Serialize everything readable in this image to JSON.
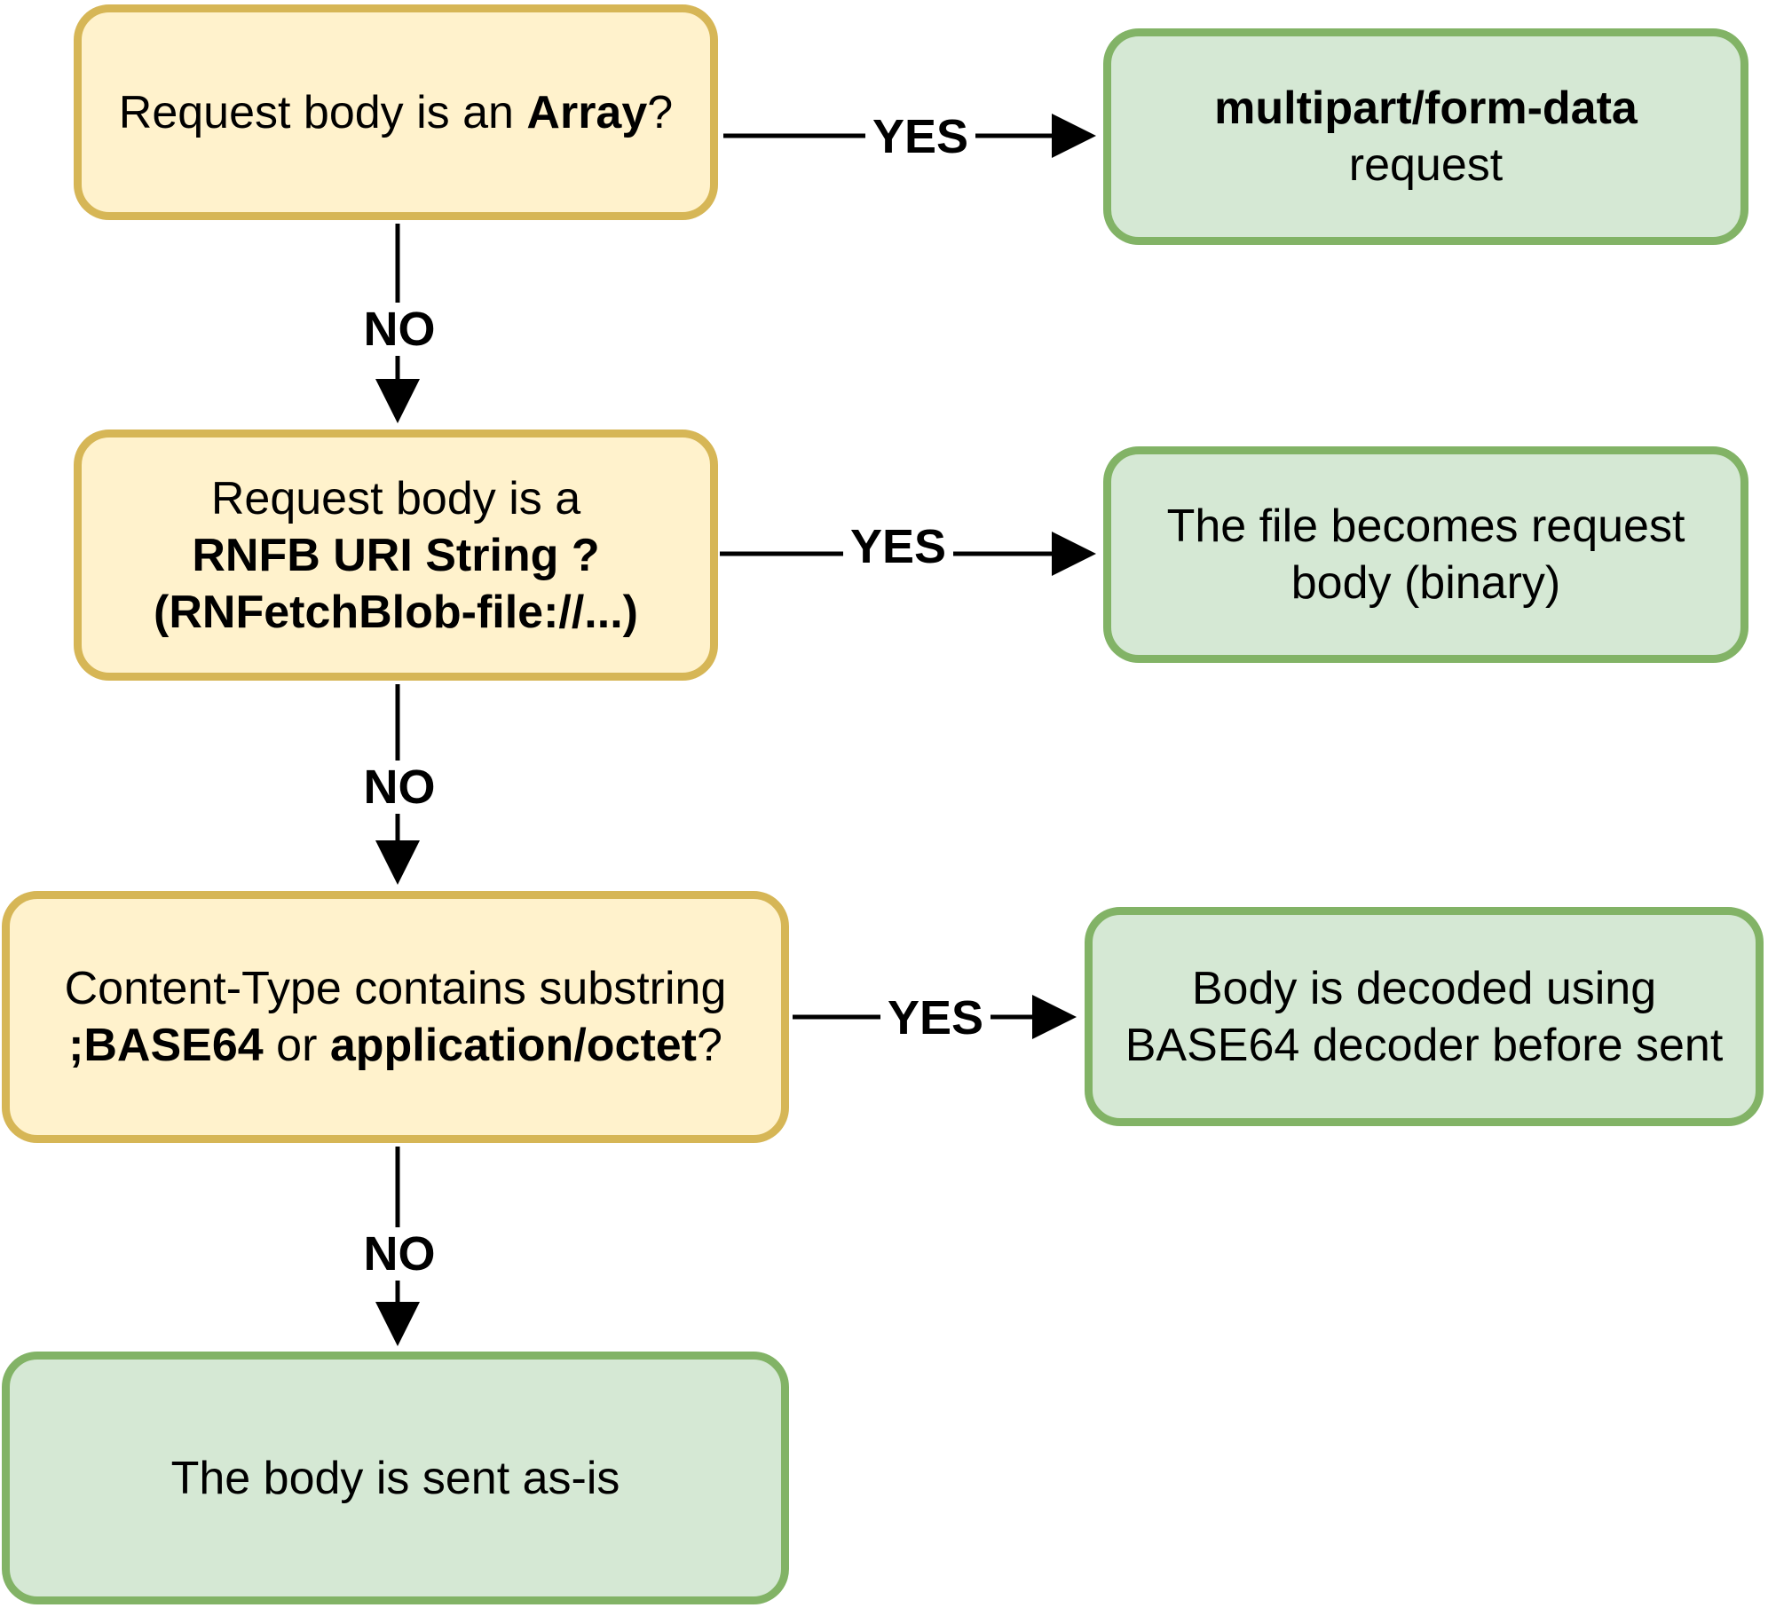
{
  "colors": {
    "decision_fill": "#fff2cc",
    "decision_stroke": "#d6b656",
    "outcome_fill": "#d5e8d4",
    "outcome_stroke": "#82b366",
    "edge": "#000000"
  },
  "nodes": {
    "q1": {
      "pre": "Request body is an ",
      "bold": "Array",
      "post": "?"
    },
    "q2": {
      "line1": "Request body is a",
      "line2": "RNFB URI String ?",
      "line3": "(RNFetchBlob-file://...)"
    },
    "q3": {
      "line1": "Content-Type contains substring",
      "bold_a": ";BASE64",
      "mid": " or ",
      "bold_b": "application/octet",
      "post": "?"
    },
    "r1": {
      "bold": "multipart/form-data",
      "line2": "request"
    },
    "r2": {
      "line1": "The file becomes request",
      "line2": "body (binary)"
    },
    "r3": {
      "line1": "Body is decoded using",
      "line2": "BASE64 decoder before sent"
    },
    "r4": {
      "text": "The body is sent as-is"
    }
  },
  "edges": {
    "q1_yes": "YES",
    "q1_no": "NO",
    "q2_yes": "YES",
    "q2_no": "NO",
    "q3_yes": "YES",
    "q3_no": "NO"
  }
}
